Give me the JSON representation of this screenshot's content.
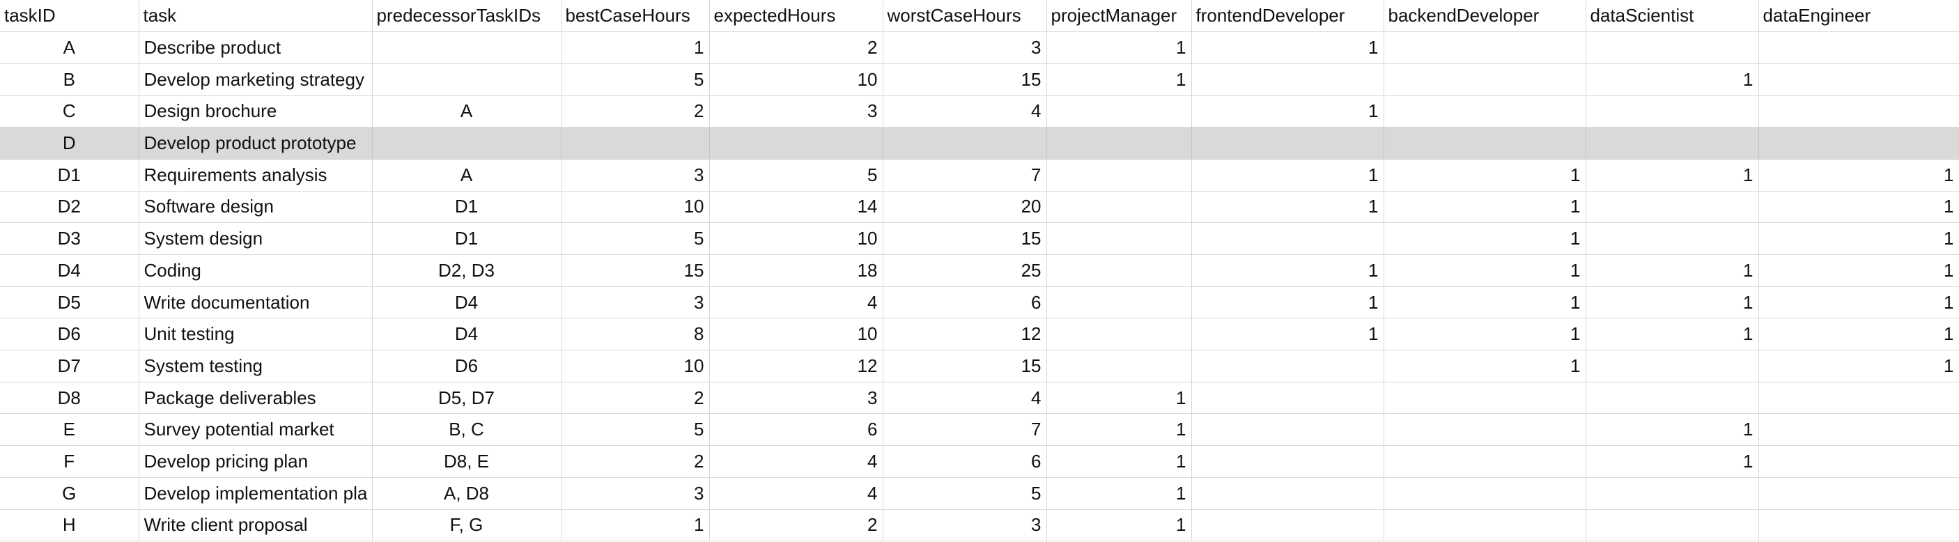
{
  "columns": [
    "taskID",
    "task",
    "predecessorTaskIDs",
    "bestCaseHours",
    "expectedHours",
    "worstCaseHours",
    "projectManager",
    "frontendDeveloper",
    "backendDeveloper",
    "dataScientist",
    "dataEngineer"
  ],
  "rows": [
    {
      "taskID": "A",
      "task": "Describe product",
      "pred": "",
      "best": "1",
      "exp": "2",
      "worst": "3",
      "pm": "1",
      "fe": "1",
      "be": "",
      "ds": "",
      "de": ""
    },
    {
      "taskID": "B",
      "task": "Develop marketing strategy",
      "pred": "",
      "best": "5",
      "exp": "10",
      "worst": "15",
      "pm": "1",
      "fe": "",
      "be": "",
      "ds": "1",
      "de": ""
    },
    {
      "taskID": "C",
      "task": "Design brochure",
      "pred": "A",
      "best": "2",
      "exp": "3",
      "worst": "4",
      "pm": "",
      "fe": "1",
      "be": "",
      "ds": "",
      "de": ""
    },
    {
      "taskID": "D",
      "task": "Develop product prototype",
      "pred": "",
      "best": "",
      "exp": "",
      "worst": "",
      "pm": "",
      "fe": "",
      "be": "",
      "ds": "",
      "de": ""
    },
    {
      "taskID": "D1",
      "task": "Requirements analysis",
      "pred": "A",
      "best": "3",
      "exp": "5",
      "worst": "7",
      "pm": "",
      "fe": "1",
      "be": "1",
      "ds": "1",
      "de": "1"
    },
    {
      "taskID": "D2",
      "task": "Software design",
      "pred": "D1",
      "best": "10",
      "exp": "14",
      "worst": "20",
      "pm": "",
      "fe": "1",
      "be": "1",
      "ds": "",
      "de": "1"
    },
    {
      "taskID": "D3",
      "task": "System design",
      "pred": "D1",
      "best": "5",
      "exp": "10",
      "worst": "15",
      "pm": "",
      "fe": "",
      "be": "1",
      "ds": "",
      "de": "1"
    },
    {
      "taskID": "D4",
      "task": "Coding",
      "pred": "D2, D3",
      "best": "15",
      "exp": "18",
      "worst": "25",
      "pm": "",
      "fe": "1",
      "be": "1",
      "ds": "1",
      "de": "1"
    },
    {
      "taskID": "D5",
      "task": "Write documentation",
      "pred": "D4",
      "best": "3",
      "exp": "4",
      "worst": "6",
      "pm": "",
      "fe": "1",
      "be": "1",
      "ds": "1",
      "de": "1"
    },
    {
      "taskID": "D6",
      "task": "Unit testing",
      "pred": "D4",
      "best": "8",
      "exp": "10",
      "worst": "12",
      "pm": "",
      "fe": "1",
      "be": "1",
      "ds": "1",
      "de": "1"
    },
    {
      "taskID": "D7",
      "task": "System testing",
      "pred": "D6",
      "best": "10",
      "exp": "12",
      "worst": "15",
      "pm": "",
      "fe": "",
      "be": "1",
      "ds": "",
      "de": "1"
    },
    {
      "taskID": "D8",
      "task": "Package deliverables",
      "pred": "D5, D7",
      "best": "2",
      "exp": "3",
      "worst": "4",
      "pm": "1",
      "fe": "",
      "be": "",
      "ds": "",
      "de": ""
    },
    {
      "taskID": "E",
      "task": "Survey potential market",
      "pred": "B, C",
      "best": "5",
      "exp": "6",
      "worst": "7",
      "pm": "1",
      "fe": "",
      "be": "",
      "ds": "1",
      "de": ""
    },
    {
      "taskID": "F",
      "task": "Develop pricing plan",
      "pred": "D8, E",
      "best": "2",
      "exp": "4",
      "worst": "6",
      "pm": "1",
      "fe": "",
      "be": "",
      "ds": "1",
      "de": ""
    },
    {
      "taskID": "G",
      "task": "Develop implementation pla",
      "pred": "A, D8",
      "best": "3",
      "exp": "4",
      "worst": "5",
      "pm": "1",
      "fe": "",
      "be": "",
      "ds": "",
      "de": ""
    },
    {
      "taskID": "H",
      "task": "Write client proposal",
      "pred": "F, G",
      "best": "1",
      "exp": "2",
      "worst": "3",
      "pm": "1",
      "fe": "",
      "be": "",
      "ds": "",
      "de": ""
    }
  ],
  "highlight_color": "#d9d9d9",
  "grid_color": "#d9d9d9"
}
